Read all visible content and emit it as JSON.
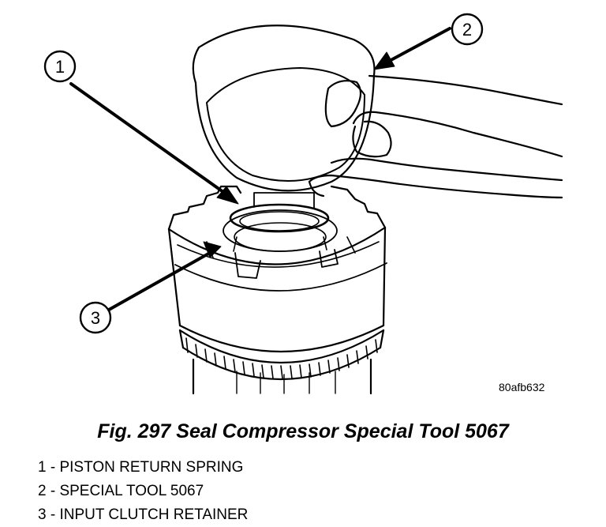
{
  "figure": {
    "image_code": "80afb632",
    "caption": "Fig. 297 Seal Compressor Special Tool 5067",
    "callouts": [
      "1",
      "2",
      "3"
    ],
    "legend": [
      "1 - PISTON RETURN SPRING",
      "2 - SPECIAL TOOL 5067",
      "3 - INPUT CLUTCH RETAINER"
    ]
  }
}
